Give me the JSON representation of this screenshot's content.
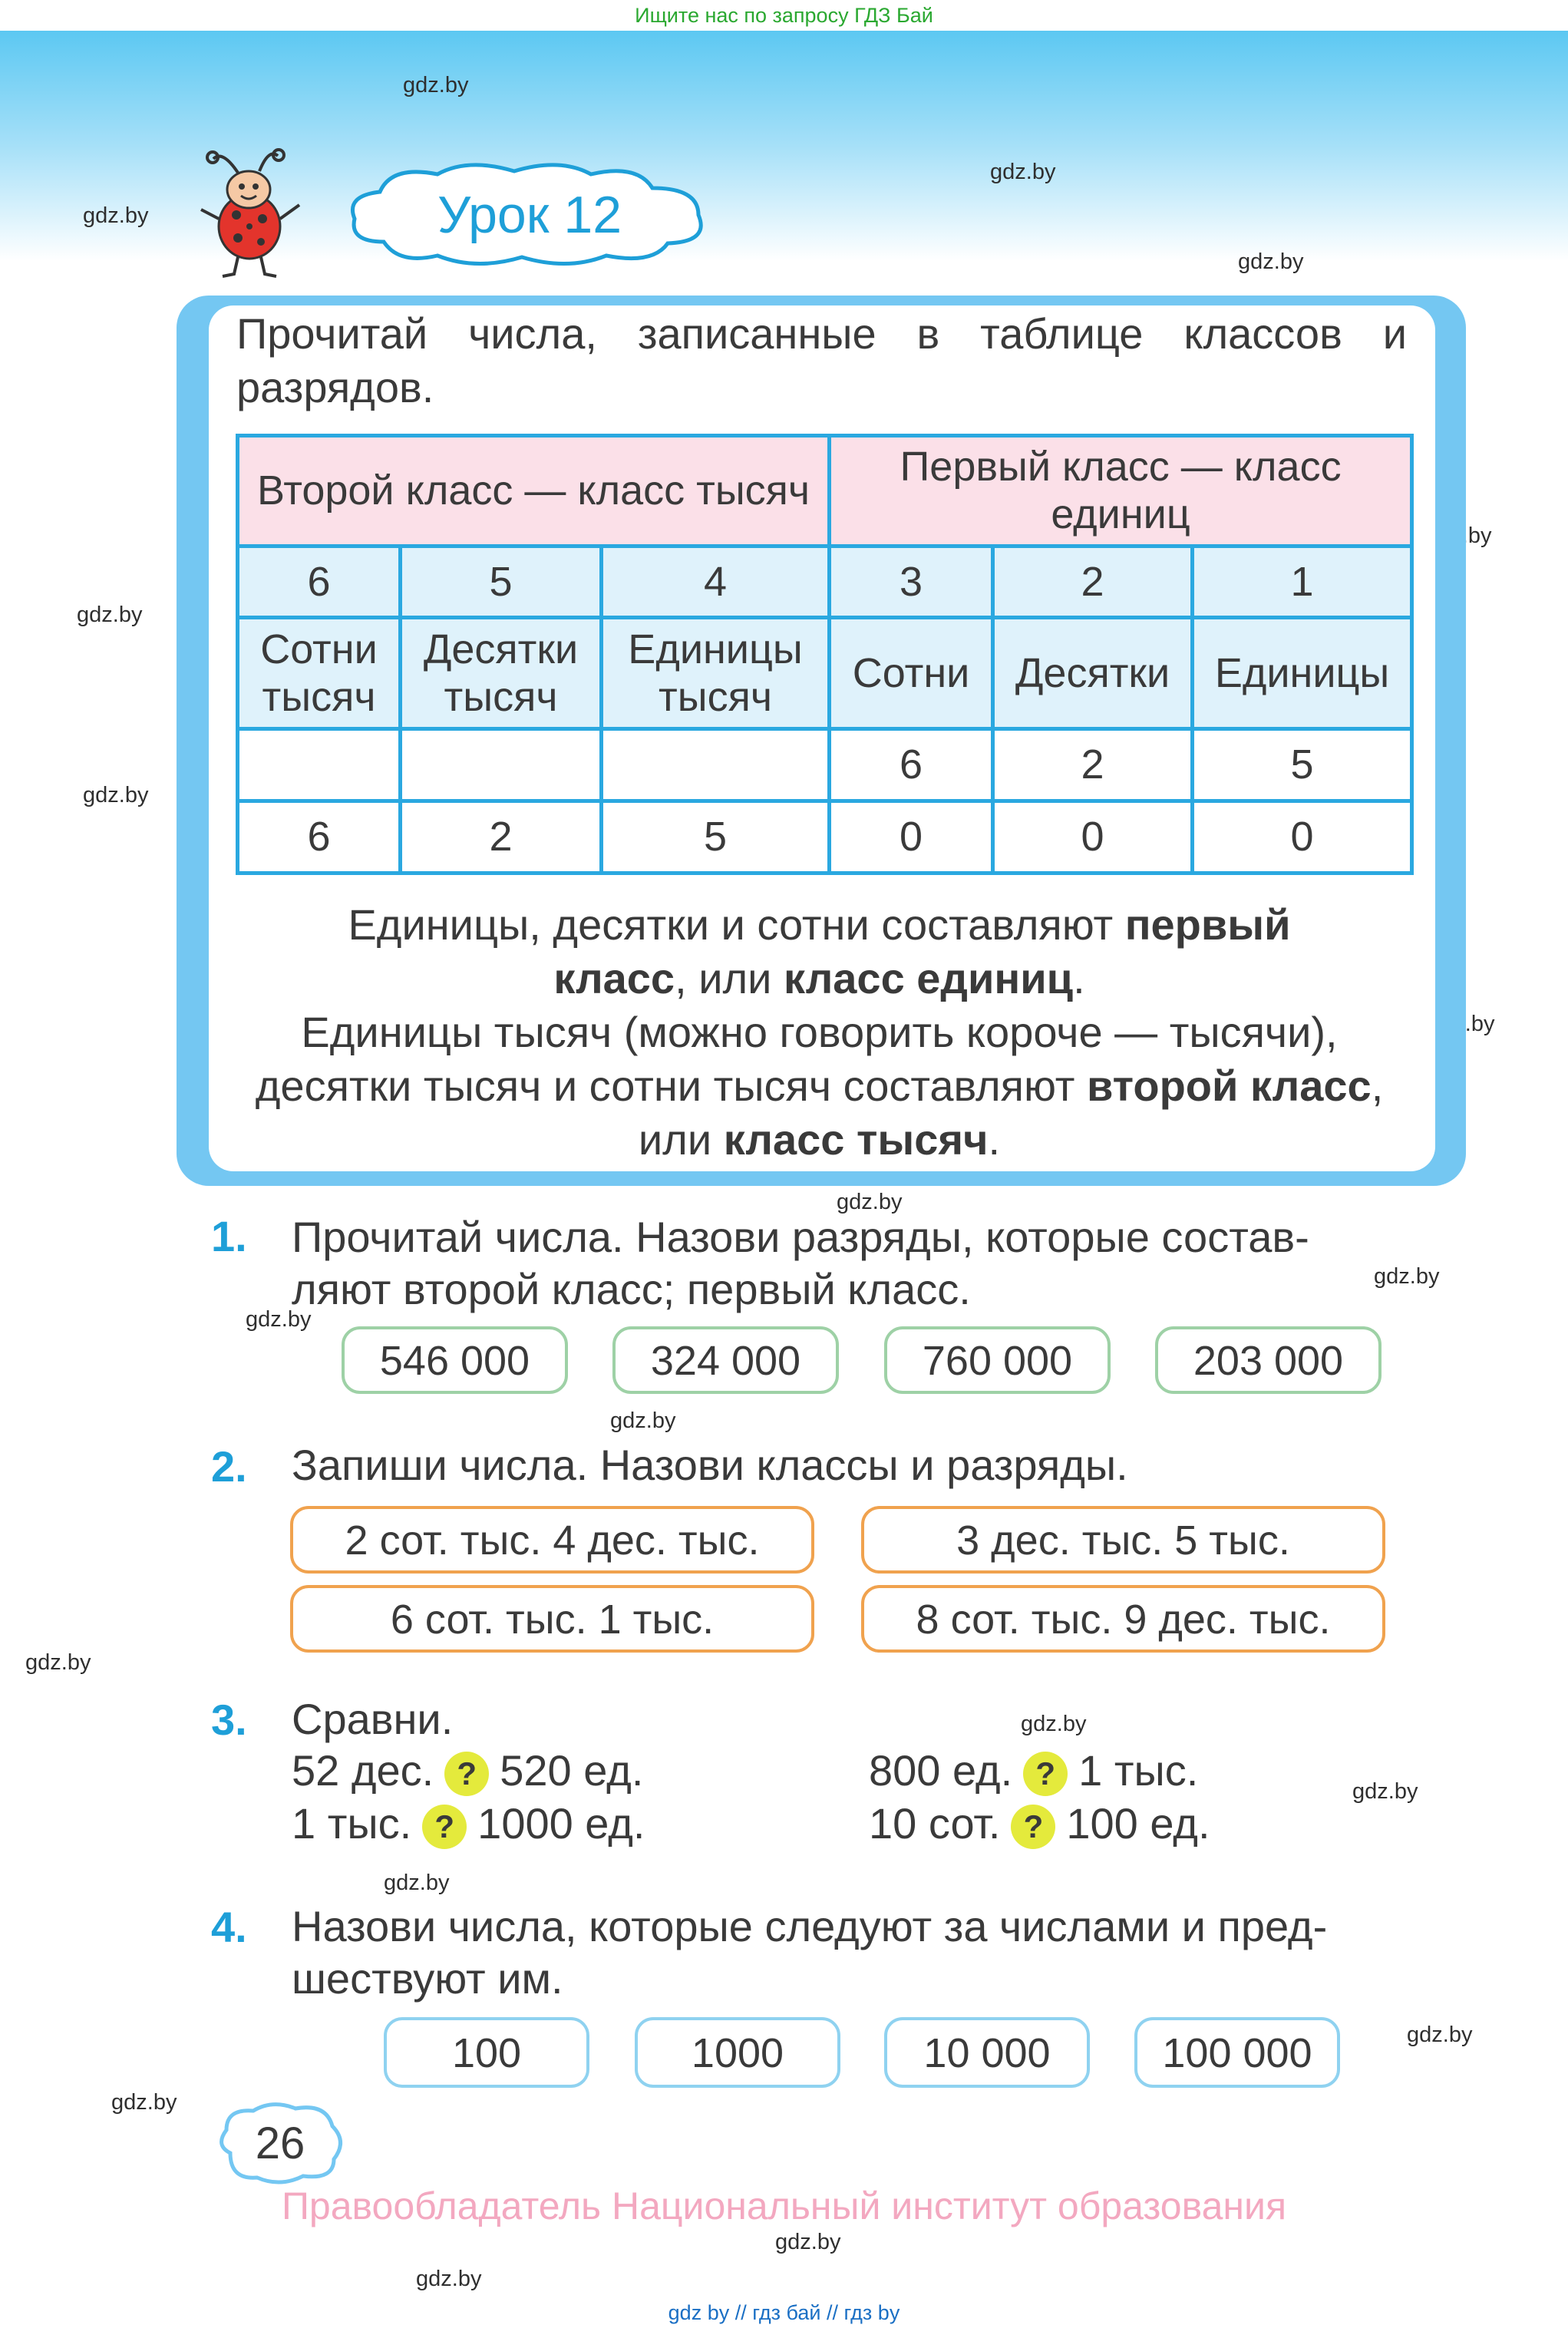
{
  "top_note": "Ищите нас по запросу ГДЗ Бай",
  "lesson_title": "Урок 12",
  "watermark": "gdz.by",
  "intro": "Прочитай числа, записанные в таблице классов и разрядов.",
  "table": {
    "class_headers": [
      "Второй класс — класс тысяч",
      "Первый класс — класс единиц"
    ],
    "place_numbers": [
      "6",
      "5",
      "4",
      "3",
      "2",
      "1"
    ],
    "place_names": [
      "Сотни тысяч",
      "Десятки тысяч",
      "Единицы тысяч",
      "Сотни",
      "Десятки",
      "Единицы"
    ],
    "rows": [
      [
        "",
        "",
        "",
        "6",
        "2",
        "5"
      ],
      [
        "6",
        "2",
        "5",
        "0",
        "0",
        "0"
      ]
    ]
  },
  "rule": {
    "line1_a": "Единицы, десятки и сотни составляют ",
    "line1_b": "первый класс",
    "line1_c": ", или ",
    "line1_d": "класс единиц",
    "line1_e": ".",
    "line2_a": "Единицы тысяч (можно говорить короче — тысячи), десятки тысяч и сотни тысяч составляют ",
    "line2_b": "второй класс",
    "line2_c": ", или ",
    "line2_d": "класс тысяч",
    "line2_e": "."
  },
  "exercises": {
    "ex1": {
      "num": "1.",
      "text": "Прочитай числа. Назови разряды, которые составляют второй класс; первый класс.",
      "text_line1": "Прочитай числа. Назови разряды, которые состав-",
      "text_line2": "ляют второй класс; первый класс.",
      "items": [
        "546 000",
        "324 000",
        "760 000",
        "203 000"
      ]
    },
    "ex2": {
      "num": "2.",
      "text": "Запиши числа. Назови классы и разряды.",
      "items": [
        "2 сот. тыс. 4 дес. тыс.",
        "3 дес. тыс. 5 тыс.",
        "6 сот. тыс. 1 тыс.",
        "8 сот. тыс. 9 дес. тыс."
      ]
    },
    "ex3": {
      "num": "3.",
      "text": "Сравни.",
      "pairs": [
        {
          "left": "52 дес.",
          "right": "520 ед."
        },
        {
          "left": "800 ед.",
          "right": "1 тыс."
        },
        {
          "left": "1 тыс.",
          "right": "1000 ед."
        },
        {
          "left": "10 сот.",
          "right": "100 ед."
        }
      ],
      "mark": "?"
    },
    "ex4": {
      "num": "4.",
      "text_line1": "Назови числа, которые следуют за числами и пред-",
      "text_line2": "шествуют им.",
      "items": [
        "100",
        "1000",
        "10 000",
        "100 000"
      ]
    }
  },
  "page_number": "26",
  "copyright": "Правообладатель Национальный институт образования",
  "footer": [
    "gdz by",
    "//",
    "гдз бай",
    "//",
    "гдз by"
  ],
  "colors": {
    "accent_blue": "#1e9fd8",
    "frame_blue": "#74c7f2",
    "header_pink": "#fbe0e8",
    "cell_blue": "#dff2fb",
    "question_yellow": "#e4ea3c",
    "orange_border": "#f0a24e",
    "green_border": "#9ed1a6"
  }
}
